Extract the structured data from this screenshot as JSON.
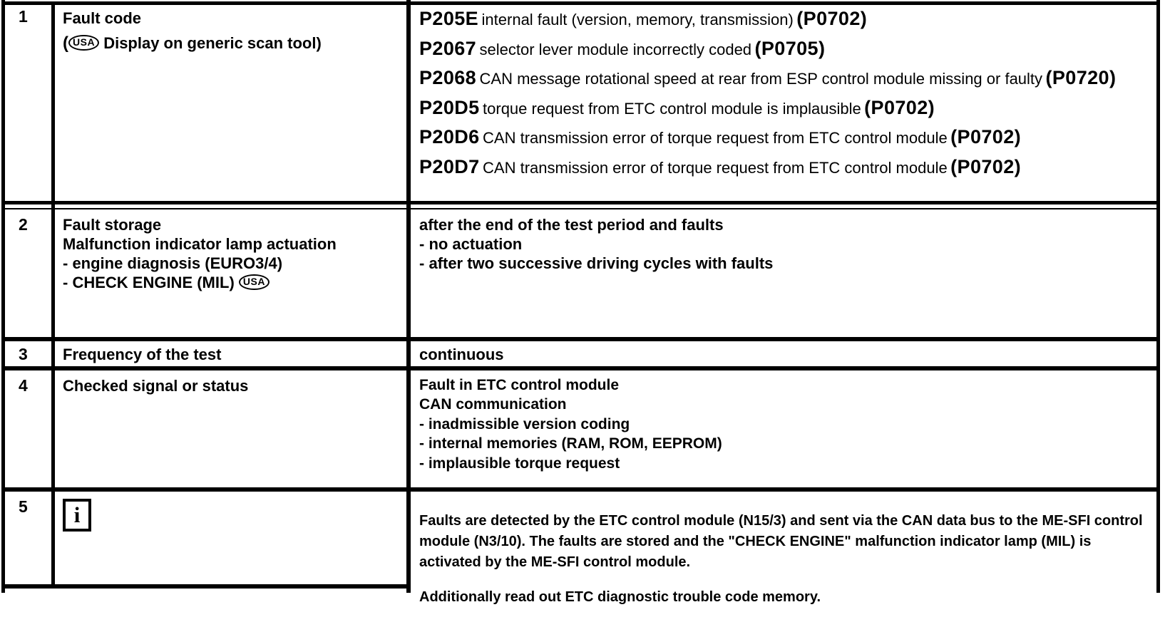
{
  "colors": {
    "ink": "#000000",
    "paper": "#ffffff"
  },
  "rows": {
    "r1": {
      "num": "1",
      "label_title": "Fault code",
      "label_paren": "(",
      "usa_badge": "USA",
      "label_rest": "Display on generic scan tool)",
      "faults": [
        {
          "code": "P205E",
          "desc": "internal fault (version, memory, transmission)",
          "generic": "(P0702)"
        },
        {
          "code": "P2067",
          "desc": "selector lever module incorrectly coded",
          "generic": "(P0705)"
        },
        {
          "code": "P2068",
          "desc": "CAN message rotational speed at rear from ESP control module missing or faulty",
          "generic": "(P0720)"
        },
        {
          "code": "P20D5",
          "desc": "torque request from ETC control module is implausible",
          "generic": "(P0702)"
        },
        {
          "code": "P20D6",
          "desc": "CAN transmission error of torque request from ETC control module",
          "generic": "(P0702)"
        },
        {
          "code": "P20D7",
          "desc": "CAN transmission error of torque request from ETC control module",
          "generic": "(P0702)"
        }
      ]
    },
    "r2": {
      "num": "2",
      "label_title": "Fault storage",
      "label_sub": "Malfunction indicator lamp actuation",
      "label_item1": "- engine diagnosis (EURO3/4)",
      "label_item2": "- CHECK ENGINE (MIL)",
      "usa_badge": "USA",
      "content_line1": "after the end of the test period and faults",
      "content_item1": "- no actuation",
      "content_item2": "- after two successive driving cycles with faults"
    },
    "r3": {
      "num": "3",
      "label_title": "Frequency of the test",
      "content": "continuous"
    },
    "r4": {
      "num": "4",
      "label_title": "Checked signal or status",
      "content_lines": [
        "Fault in ETC control module",
        "CAN communication",
        "- inadmissible version coding",
        "- internal memories (RAM, ROM, EEPROM)",
        "- implausible torque request"
      ]
    },
    "r5": {
      "num": "5",
      "info_glyph": "i",
      "content_para": "Faults are detected by the ETC control module (N15/3) and sent via the CAN data bus to the ME-SFI control module (N3/10). The faults are stored and the \"CHECK ENGINE\" malfunction indicator lamp (MIL) is activated by the ME-SFI control module.",
      "content_para2": "Additionally read out ETC diagnostic trouble code memory."
    }
  }
}
